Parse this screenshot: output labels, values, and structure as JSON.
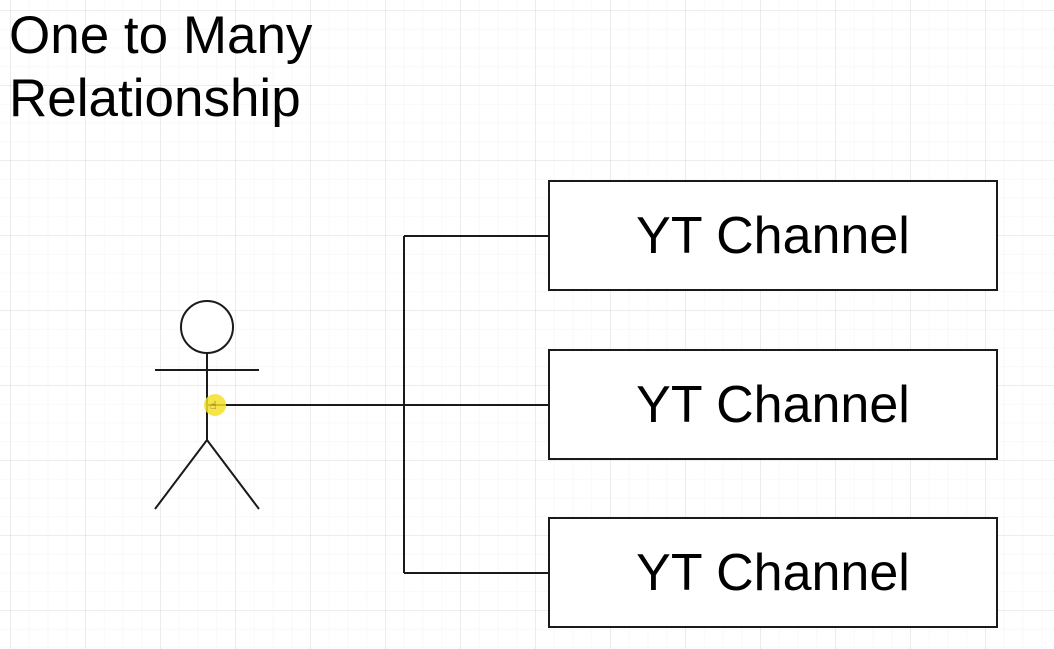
{
  "title": {
    "line1": "One to Many",
    "line2": "Relationship"
  },
  "actor": {
    "icon": "stick-figure-actor"
  },
  "entities": [
    {
      "label": "YT Channel"
    },
    {
      "label": "YT Channel"
    },
    {
      "label": "YT Channel"
    }
  ],
  "colors": {
    "stroke": "#1a1a1a",
    "text": "#000000",
    "background": "#ffffff",
    "cursor_highlight": "#f5e128"
  }
}
